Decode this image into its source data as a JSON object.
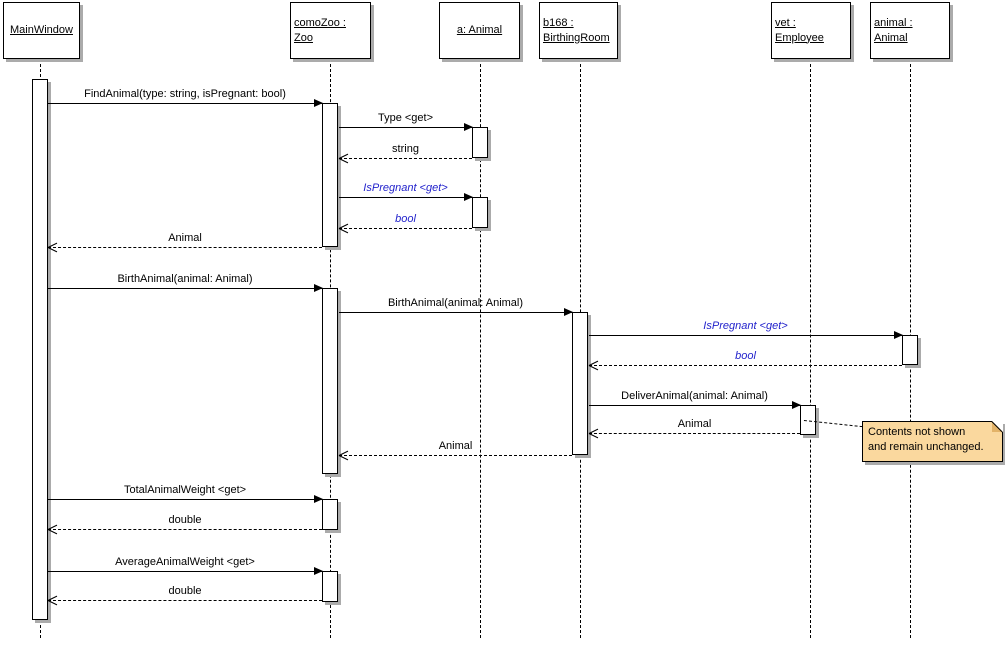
{
  "diagram_type": "uml-sequence-diagram",
  "lifelines": [
    {
      "line1": "MainWindow",
      "line2": ""
    },
    {
      "line1": "comoZoo :",
      "line2": "Zoo"
    },
    {
      "line1": "a: Animal",
      "line2": ""
    },
    {
      "line1": "b168 :",
      "line2": "BirthingRoom"
    },
    {
      "line1": "vet :",
      "line2": "Employee"
    },
    {
      "line1": "animal :",
      "line2": "Animal"
    }
  ],
  "messages": [
    {
      "label": "FindAnimal(type: string, isPregnant: bool)",
      "kind": "call",
      "from": "MainWindow",
      "to": "comoZoo : Zoo"
    },
    {
      "label": "Type <get>",
      "kind": "call",
      "from": "comoZoo : Zoo",
      "to": "a: Animal"
    },
    {
      "label": "string",
      "kind": "return",
      "from": "a: Animal",
      "to": "comoZoo : Zoo"
    },
    {
      "label": "IsPregnant <get>",
      "kind": "call",
      "from": "comoZoo : Zoo",
      "to": "a: Animal"
    },
    {
      "label": "bool",
      "kind": "return",
      "from": "a: Animal",
      "to": "comoZoo : Zoo"
    },
    {
      "label": "Animal",
      "kind": "return",
      "from": "comoZoo : Zoo",
      "to": "MainWindow"
    },
    {
      "label": "BirthAnimal(animal: Animal)",
      "kind": "call",
      "from": "MainWindow",
      "to": "comoZoo : Zoo"
    },
    {
      "label": "BirthAnimal(animal: Animal)",
      "kind": "call",
      "from": "comoZoo : Zoo",
      "to": "b168 : BirthingRoom"
    },
    {
      "label": "IsPregnant <get>",
      "kind": "call",
      "from": "b168 : BirthingRoom",
      "to": "animal : Animal"
    },
    {
      "label": "bool",
      "kind": "return",
      "from": "animal : Animal",
      "to": "b168 : BirthingRoom"
    },
    {
      "label": "DeliverAnimal(animal: Animal)",
      "kind": "call",
      "from": "b168 : BirthingRoom",
      "to": "vet : Employee"
    },
    {
      "label": "Animal",
      "kind": "return",
      "from": "vet : Employee",
      "to": "b168 : BirthingRoom"
    },
    {
      "label": "Animal",
      "kind": "return",
      "from": "b168 : BirthingRoom",
      "to": "comoZoo : Zoo"
    },
    {
      "label": "TotalAnimalWeight <get>",
      "kind": "call",
      "from": "MainWindow",
      "to": "comoZoo : Zoo"
    },
    {
      "label": "double",
      "kind": "return",
      "from": "comoZoo : Zoo",
      "to": "MainWindow"
    },
    {
      "label": "AverageAnimalWeight <get>",
      "kind": "call",
      "from": "MainWindow",
      "to": "comoZoo : Zoo"
    },
    {
      "label": "double",
      "kind": "return",
      "from": "comoZoo : Zoo",
      "to": "MainWindow"
    }
  ],
  "note": {
    "line1": "Contents not shown",
    "line2": "and remain unchanged."
  },
  "colors": {
    "line": "#000000",
    "property_message_blue": "#2222cc",
    "note_fill": "#fad89e",
    "shadow": "#ababab"
  }
}
